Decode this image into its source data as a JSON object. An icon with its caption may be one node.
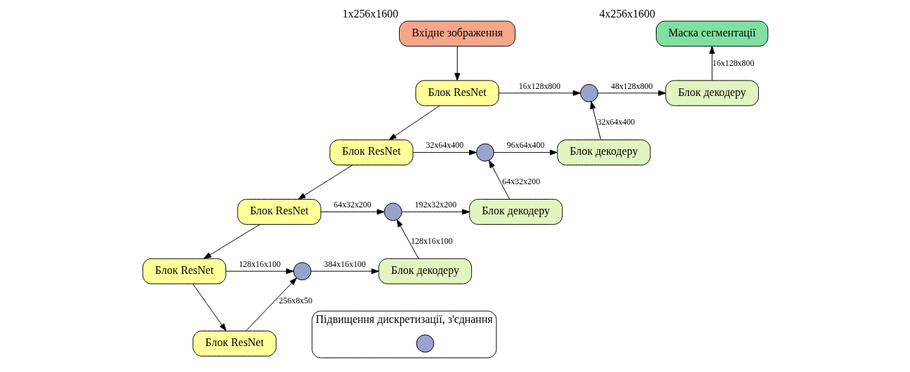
{
  "diagram": {
    "nodes": [
      {
        "text": [
          "Вхідне зображення"
        ],
        "beside": [
          "1x256x1600"
        ]
      },
      {
        "text": [
          "Маска сегментації"
        ],
        "beside": [
          "4x256x1600"
        ]
      },
      {
        "text": [
          "Блок ResNet"
        ]
      },
      {
        "text": [],
        "shape": "circle"
      },
      {
        "text": [
          "Блок декодеру"
        ]
      },
      {
        "text": [
          "Блок ResNet"
        ]
      },
      {
        "text": [],
        "shape": "circle"
      },
      {
        "text": [
          "Блок декодеру"
        ]
      },
      {
        "text": [
          "Блок ResNet"
        ]
      },
      {
        "text": [],
        "shape": "circle"
      },
      {
        "text": [
          "Блок декодеру"
        ]
      },
      {
        "text": [
          "Блок ResNet"
        ]
      },
      {
        "text": [],
        "shape": "circle"
      },
      {
        "text": [
          "Блок декодеру"
        ]
      },
      {
        "text": [
          "Підвищення дискретизації, з'єднання"
        ]
      },
      {
        "text": [],
        "shape": "circle",
        "in": 14
      },
      {
        "text": [
          "Блок ResNet"
        ]
      }
    ],
    "edges": [
      {
        "from": 0,
        "to": 2,
        "arrow": "to"
      },
      {
        "from": 2,
        "to": 5,
        "arrow": "to"
      },
      {
        "from": 5,
        "to": 8,
        "arrow": "to"
      },
      {
        "from": 8,
        "to": 11,
        "arrow": "to"
      },
      {
        "from": 11,
        "to": 16,
        "arrow": "to"
      },
      {
        "from": 16,
        "to": 12,
        "arrow": "to",
        "label": "256x8x50"
      },
      {
        "from": 11,
        "to": 12,
        "arrow": "to",
        "label": "128x16x100"
      },
      {
        "from": 12,
        "to": 13,
        "arrow": "to",
        "label": "384x16x100"
      },
      {
        "from": 13,
        "to": 9,
        "arrow": "to",
        "label": "128x16x100"
      },
      {
        "from": 8,
        "to": 9,
        "arrow": "to",
        "label": "64x32x200"
      },
      {
        "from": 9,
        "to": 10,
        "arrow": "to",
        "label": "192x32x200"
      },
      {
        "from": 10,
        "to": 6,
        "arrow": "to",
        "label": "64x32x200"
      },
      {
        "from": 5,
        "to": 6,
        "arrow": "to",
        "label": "32x64x400"
      },
      {
        "from": 6,
        "to": 7,
        "arrow": "to",
        "label": "96x64x400"
      },
      {
        "from": 7,
        "to": 3,
        "arrow": "to",
        "label": "32x64x400"
      },
      {
        "from": 2,
        "to": 3,
        "arrow": "to",
        "label": "16x128x800"
      },
      {
        "from": 3,
        "to": 4,
        "arrow": "to",
        "label": "48x128x800"
      },
      {
        "from": 4,
        "to": 1,
        "arrow": "to",
        "label": "16x128x800"
      }
    ]
  }
}
